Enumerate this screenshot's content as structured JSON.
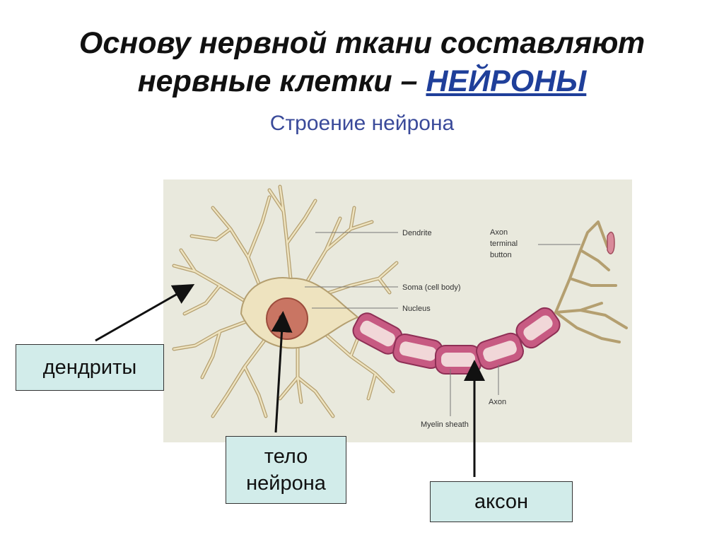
{
  "slide": {
    "title_line1": "Основу нервной ткани составляют",
    "title_line2_prefix": "нервные клетки – ",
    "title_highlight": "НЕЙРОНЫ",
    "subtitle": "Строение нейрона"
  },
  "diagram": {
    "labels": {
      "dendrite": "Dendrite",
      "soma": "Soma (cell body)",
      "nucleus": "Nucleus",
      "axon_terminal_1": "Axon",
      "axon_terminal_2": "terminal",
      "axon_terminal_3": "button",
      "axon": "Axon",
      "myelin": "Myelin sheath"
    }
  },
  "callouts": {
    "dendrites": "дендриты",
    "body_line1": "тело",
    "body_line2": "нейрона",
    "axon": "аксон"
  },
  "colors": {
    "title_highlight": "#1f3f9a",
    "diagram_bg": "#e9e9dd",
    "neuron_fill": "#eee3bf",
    "neuron_stroke": "#b49f70",
    "myelin": "#c75a82",
    "callout_bg": "#d2ecea"
  }
}
